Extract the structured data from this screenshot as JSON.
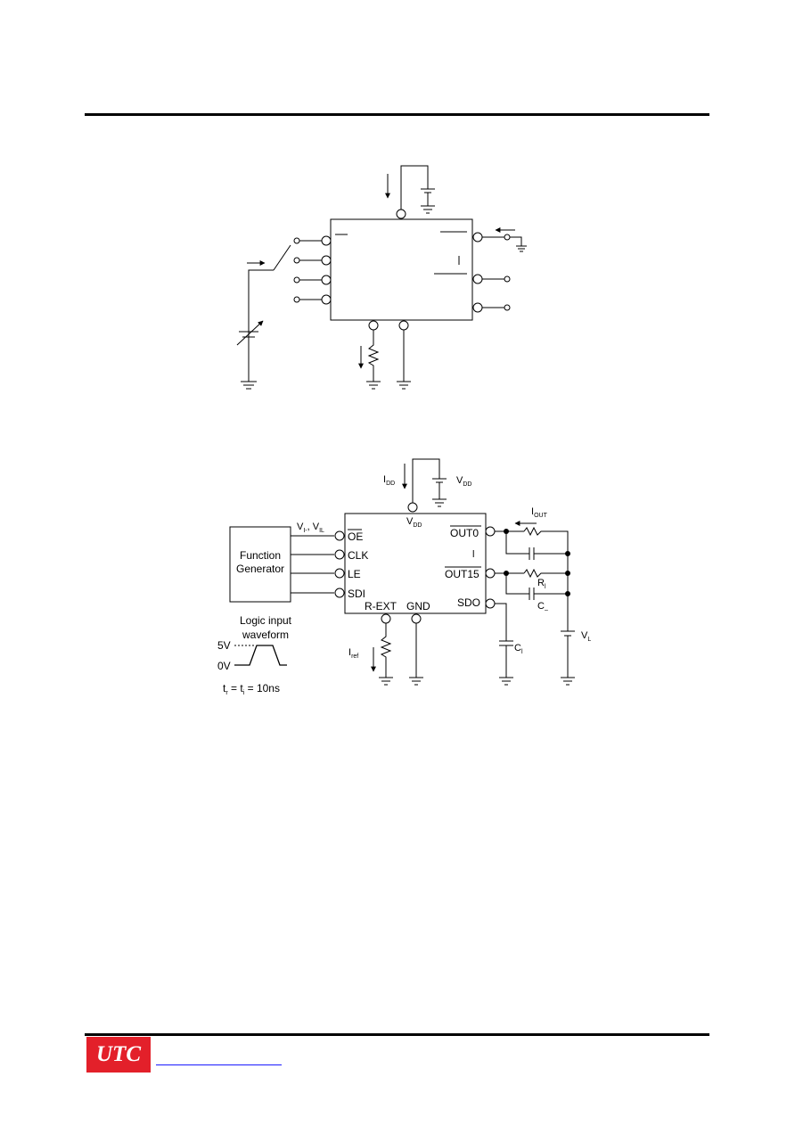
{
  "logo": {
    "text": "UTC",
    "bg_color": "#e3202a",
    "text_color": "#ffffff"
  },
  "link_color": "#1a1aff",
  "circuit2": {
    "idd": "I",
    "idd_sub": "DD",
    "vdd_supply": "V",
    "vdd_supply_sub": "DD",
    "vdd_pin": "V",
    "vdd_pin_sub": "DD",
    "vih_vil": "V",
    "vih_sub": "I-",
    "vih_sep": ", V",
    "vil_sub": "IL",
    "func_gen_line1": "Function",
    "func_gen_line2": "Generator",
    "pin_oe": "OE",
    "pin_clk": "CLK",
    "pin_le": "LE",
    "pin_sdi": "SDI",
    "pin_rext": "R-EXT",
    "pin_gnd": "GND",
    "pin_out0": "OUT0",
    "pin_dots": "l",
    "pin_out15": "OUT15",
    "pin_sdo": "SDO",
    "iout": "I",
    "iout_sub": "OUT",
    "rl": "R",
    "rl_sub": "l",
    "cl_load": "C",
    "cl_load_sub": "–",
    "vl": "V",
    "vl_sub": "L",
    "cl_sdo": "C",
    "cl_sdo_sub": "l",
    "iref": "I",
    "iref_sub": "ref",
    "logic_line1": "Logic input",
    "logic_line2": "waveform",
    "level_5v": "5V",
    "level_0v": "0V",
    "tr": "t",
    "tr_sub": "r",
    "tf_eq": " = t",
    "tf_sub": "i",
    "timing_val": " = 10ns"
  }
}
